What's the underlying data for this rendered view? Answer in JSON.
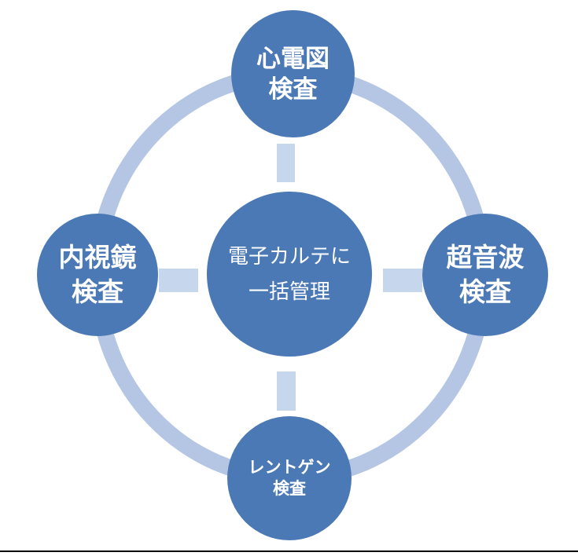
{
  "diagram": {
    "title": "radial-cycle-diagram",
    "center": {
      "line1": "電子カルテに",
      "line2": "一括管理"
    },
    "nodes": [
      {
        "id": "ecg",
        "position": "top",
        "line1": "心電図",
        "line2": "検査"
      },
      {
        "id": "ultrasound",
        "position": "right",
        "line1": "超音波",
        "line2": "検査"
      },
      {
        "id": "xray",
        "position": "bottom",
        "line1": "レントゲン",
        "line2": "検査"
      },
      {
        "id": "endoscope",
        "position": "left",
        "line1": "内視鏡",
        "line2": "検査"
      }
    ],
    "colors": {
      "node_fill": "#4b79b6",
      "ring": "#b4c6e3",
      "connector": "#c6d6ec",
      "text": "#ffffff",
      "rule": "#000000"
    }
  }
}
